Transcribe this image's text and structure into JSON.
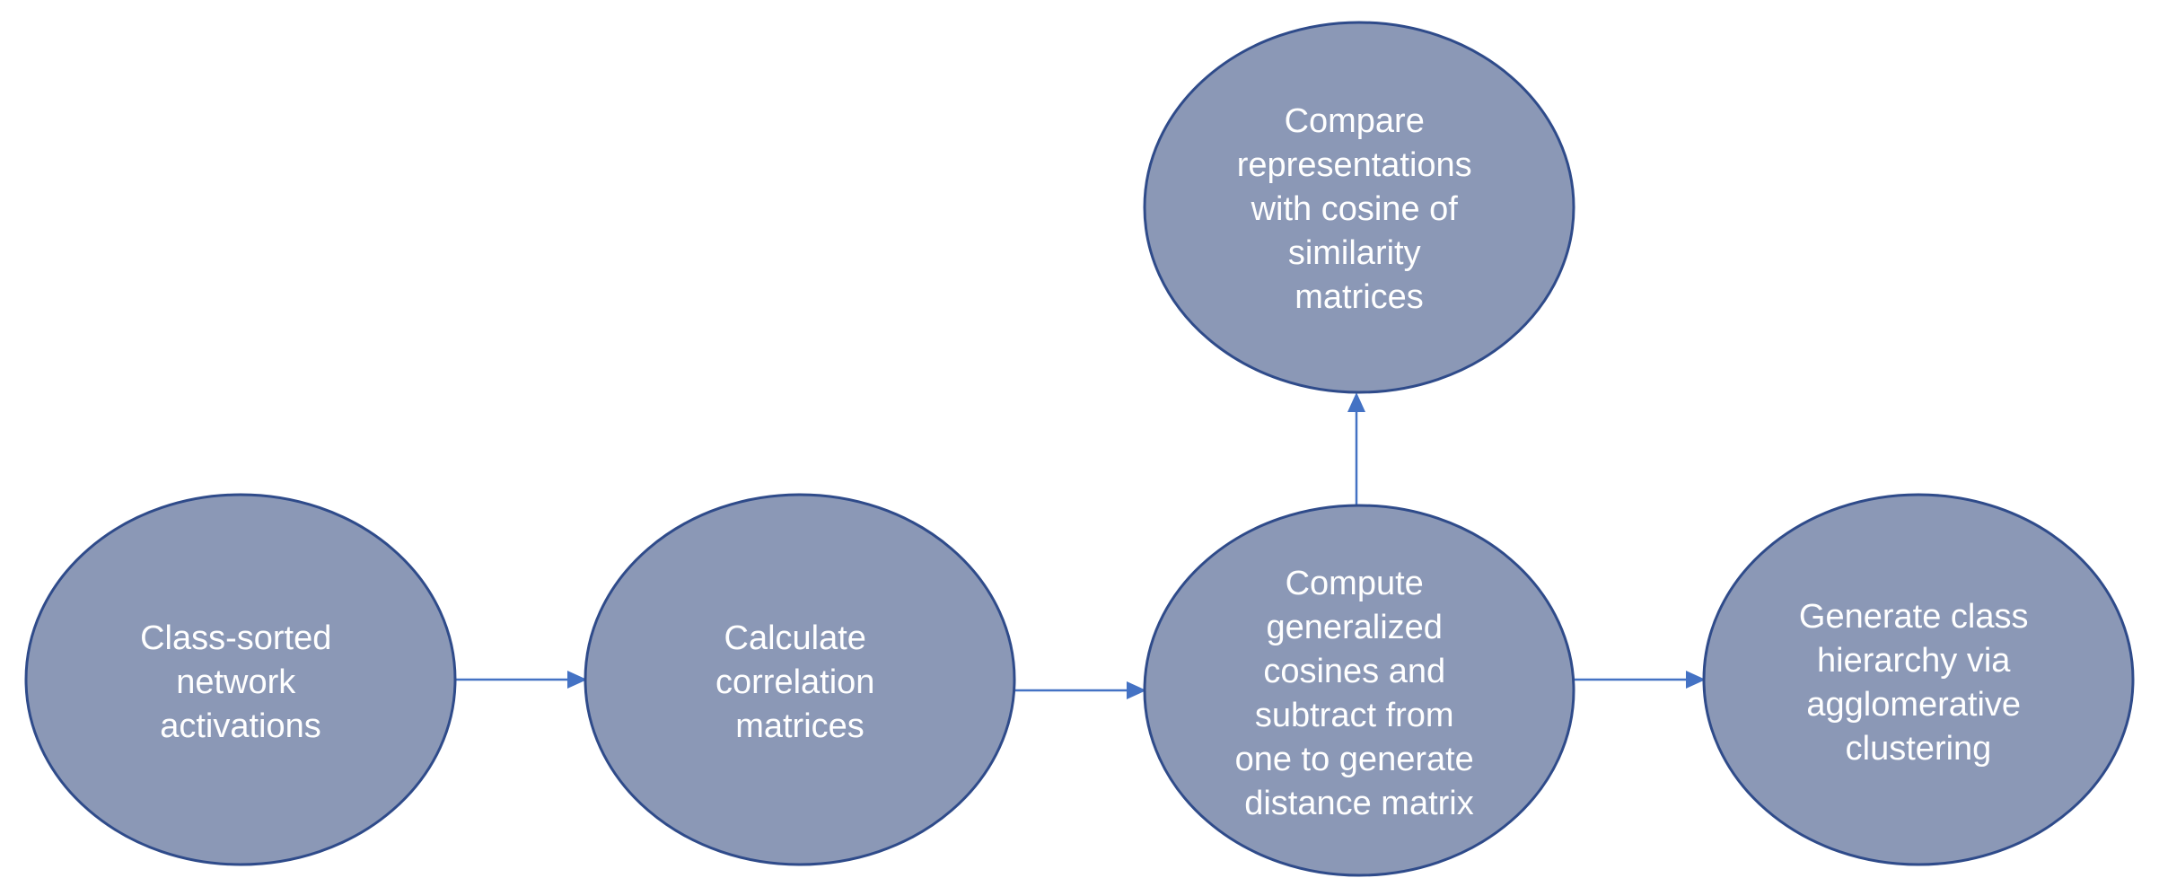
{
  "colors": {
    "node_fill": "#8b98b6",
    "node_stroke": "#2f4b8a",
    "arrow": "#4472c4",
    "text": "#ffffff"
  },
  "nodes": [
    {
      "id": "activations",
      "lines": [
        "Class-sorted",
        "network",
        "activations"
      ]
    },
    {
      "id": "correlation",
      "lines": [
        "Calculate",
        "correlation",
        "matrices"
      ]
    },
    {
      "id": "distance",
      "lines": [
        "Compute",
        "generalized",
        "cosines and",
        "subtract from",
        "one to generate",
        "distance matrix"
      ]
    },
    {
      "id": "compare",
      "lines": [
        "Compare",
        "representations",
        "with cosine of",
        "similarity",
        "matrices"
      ]
    },
    {
      "id": "hierarchy",
      "lines": [
        "Generate class",
        "hierarchy via",
        "agglomerative",
        "clustering"
      ]
    }
  ],
  "edges": [
    {
      "from": "activations",
      "to": "correlation"
    },
    {
      "from": "correlation",
      "to": "distance"
    },
    {
      "from": "distance",
      "to": "compare"
    },
    {
      "from": "distance",
      "to": "hierarchy"
    }
  ]
}
